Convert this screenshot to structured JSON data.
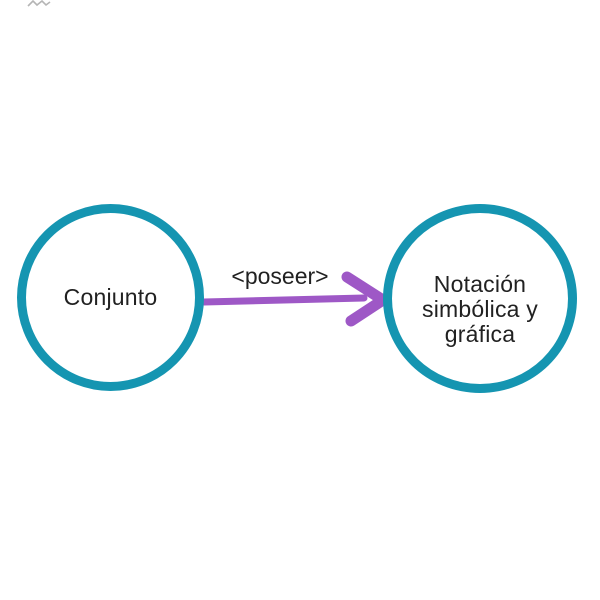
{
  "diagram": {
    "nodes": [
      {
        "id": "conjunto",
        "shape": "circle",
        "label": "Conjunto"
      },
      {
        "id": "notacion-simbolica-y-grafica",
        "shape": "circle",
        "label": "Notación simbólica y gráfica",
        "lines": [
          "Notación",
          "simbólica y",
          "gráfica"
        ]
      }
    ],
    "edge": {
      "from": "conjunto",
      "to": "notacion-simbolica-y-grafica",
      "label": "<poseer>",
      "direction": "right"
    },
    "colors": {
      "node_border": "#1595b1",
      "node_fill": "#ffffff",
      "arrow": "#9e58c6",
      "text": "#212121",
      "background": "#ffffff"
    }
  }
}
